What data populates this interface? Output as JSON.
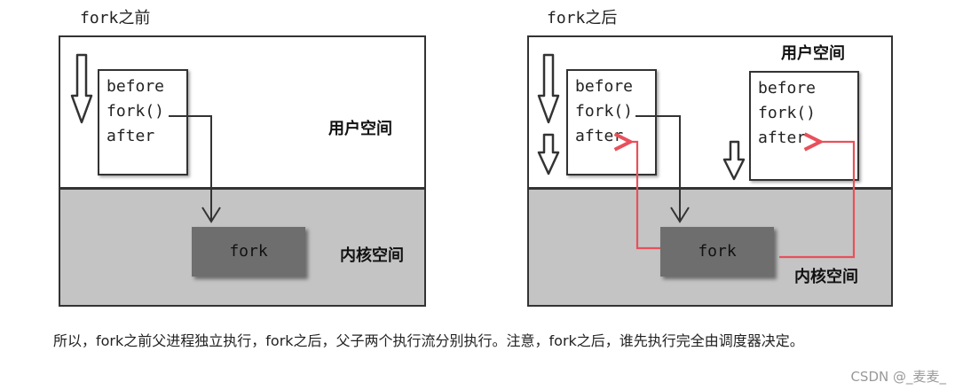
{
  "left_panel": {
    "title": "fork之前",
    "code_lines": [
      "before",
      "fork()",
      "after"
    ],
    "user_space_label": "用户空间",
    "kernel_space_label": "内核空间",
    "kernel_fork_label": "fork"
  },
  "right_panel": {
    "title": "fork之后",
    "parent_code_lines": [
      "before",
      "fork()",
      "after"
    ],
    "child_code_lines": [
      "before",
      "fork()",
      "after"
    ],
    "user_space_label": "用户空间",
    "kernel_space_label": "内核空间",
    "kernel_fork_label": "fork"
  },
  "caption": {
    "text": "所以，fork之前父进程独立执行，fork之后，父子两个执行流分别执行。注意，fork之后，谁先执行完全由调度器决定。"
  },
  "watermark": "CSDN @_麦麦_",
  "colors": {
    "kernel_bg": "#c4c4c4",
    "fork_box": "#6e6e6e",
    "arrow_dark": "#333333",
    "arrow_red": "#e8505b"
  }
}
